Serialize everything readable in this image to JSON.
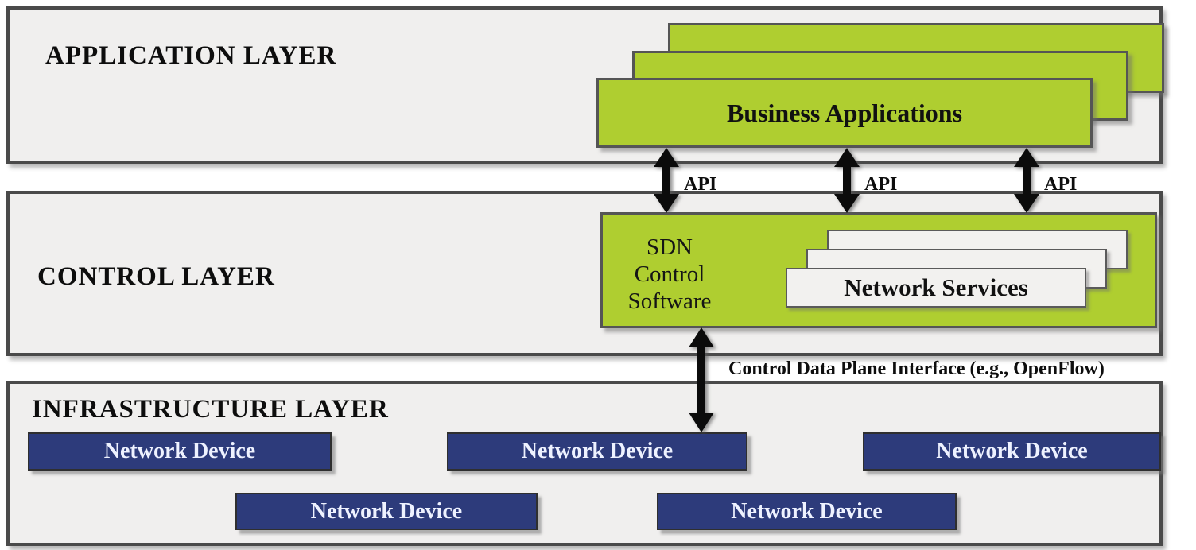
{
  "colors": {
    "green": "#afce30",
    "navy": "#2d3b7b",
    "layer-bg": "#f0efee",
    "layer-border": "#4a4a4a",
    "white-box": "#f2f1ef",
    "arrow": "#0b0b0b"
  },
  "application_layer": {
    "title": "APPLICATION LAYER",
    "business_applications": "Business Applications"
  },
  "control_layer": {
    "title": "CONTROL LAYER",
    "sdn_control_software": [
      "SDN",
      "Control",
      "Software"
    ],
    "network_services": "Network Services"
  },
  "infrastructure_layer": {
    "title": "INFRASTRUCTURE LAYER",
    "devices": [
      "Network Device",
      "Network Device",
      "Network Device",
      "Network Device",
      "Network Device"
    ]
  },
  "connectors": {
    "api": [
      "API",
      "API",
      "API"
    ],
    "control_data_plane": "Control Data Plane Interface (e.g., OpenFlow)"
  }
}
